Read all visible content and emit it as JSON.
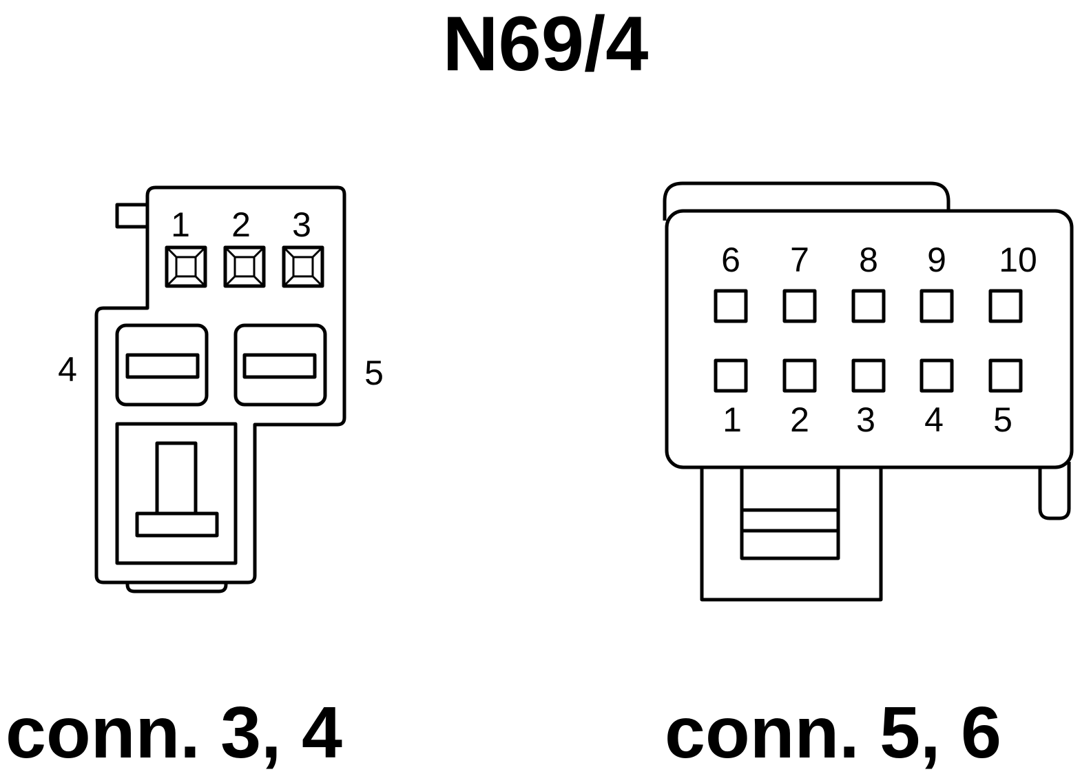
{
  "title": "N69/4",
  "connector_left": {
    "caption": "conn. 3, 4",
    "pins": {
      "p1": "1",
      "p2": "2",
      "p3": "3",
      "p4": "4",
      "p5": "5"
    }
  },
  "connector_right": {
    "caption": "conn. 5, 6",
    "top_row": [
      "6",
      "7",
      "8",
      "9",
      "10"
    ],
    "bottom_row": [
      "1",
      "2",
      "3",
      "4",
      "5"
    ]
  }
}
